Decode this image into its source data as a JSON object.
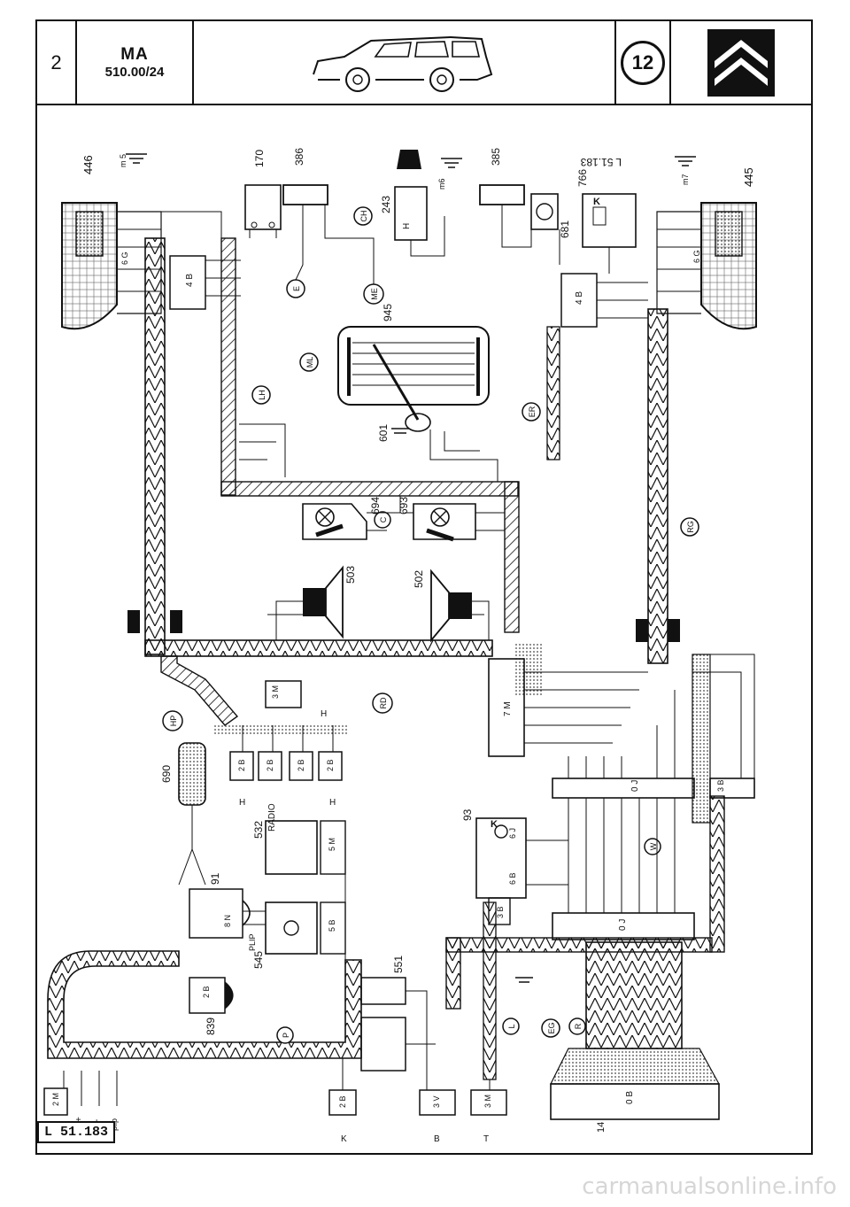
{
  "header": {
    "page_number": "2",
    "doc_code": "MA",
    "doc_ref": "510.00/24",
    "circle_number": "12"
  },
  "plate": "L 51.183",
  "watermark": "carmanualsonline.info",
  "components": {
    "c446": "446",
    "c445": "445",
    "c170": "170",
    "c386": "386",
    "c385": "385",
    "c243": "243",
    "c681": "681",
    "c766": "766",
    "c945": "945",
    "c601": "601",
    "c694": "694",
    "c693": "693",
    "c503": "503",
    "c502": "502",
    "c690": "690",
    "c532": "532",
    "c91": "91",
    "c545": "545",
    "c551": "551",
    "c839": "839",
    "c93": "93",
    "c14": "14"
  },
  "harness_labels": {
    "CH": "CH",
    "E": "E",
    "ME": "ME",
    "ML": "ML",
    "LH": "LH",
    "ER": "ER",
    "C": "C",
    "RG": "RG",
    "RD": "RD",
    "HP": "HP",
    "W": "W",
    "P": "P",
    "L": "L",
    "EG": "EG",
    "R": "R"
  },
  "connectors": {
    "b4B_left": "4 B",
    "b4B_right": "4 B",
    "b7M": "7 M",
    "b3M": "3 M",
    "b2B_1": "2 B",
    "b2B_2": "2 B",
    "b2B_3": "2 B",
    "b2B_4": "2 B",
    "b0J_top": "0 J",
    "b0J_bot": "0 J",
    "b3B_right": "3 B",
    "b6J": "6 J",
    "b6B": "6 B",
    "b3B_93": "3 B",
    "b5M": "5 M",
    "b5B": "5 B",
    "b8N": "8 N",
    "b2B_839": "2 B",
    "b2M": "2 M",
    "b2B_K": "2 B",
    "b3V": "3 V",
    "b3M_L": "3 M",
    "b0B": "0 B"
  },
  "ground_labels": {
    "m5": "m 5",
    "m6": "m6",
    "m7": "m7"
  },
  "texts": {
    "ref_top": "L 51.183",
    "plip": "PLIP",
    "radio": "RADIO",
    "plip_bottom": "plip",
    "plus_c": "+ c",
    "plus": "+",
    "minus": "-",
    "letters_H": "H",
    "letter_K": "K",
    "letter_B": "B",
    "letter_T": "T",
    "w_6G": "6 G",
    "w_6G_r": "6 G"
  },
  "arrows": {
    "left_H": "H",
    "mid_H": "H",
    "right_H": "H",
    "top_H": "H"
  }
}
